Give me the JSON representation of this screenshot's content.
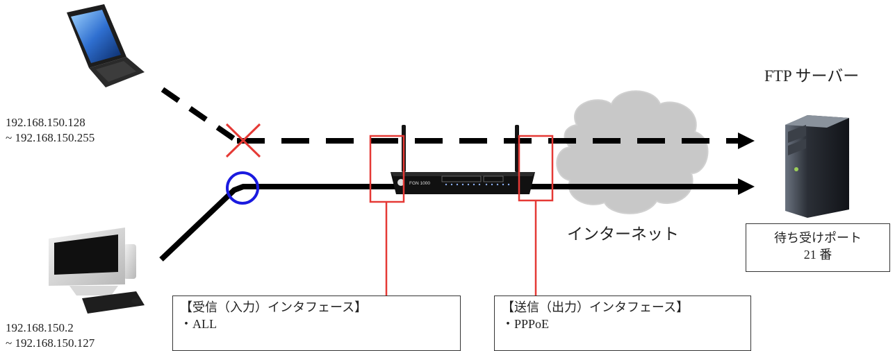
{
  "laptop_ip": {
    "line1": "192.168.150.128",
    "line2": "~ 192.168.150.255"
  },
  "desktop_ip": {
    "line1": "192.168.150.2",
    "line2": "~ 192.168.150.127"
  },
  "server": {
    "title": "FTP サーバー",
    "port_line1": "待ち受けポート",
    "port_line2": "21 番"
  },
  "internet_label": "インターネット",
  "router": {
    "brand": "FGN 1000"
  },
  "inbound": {
    "title": "【受信（入力）インタフェース】",
    "value": "・ALL"
  },
  "outbound": {
    "title": "【送信（出力）インタフェース】",
    "value": "・PPPoE"
  },
  "colors": {
    "line": "#000000",
    "highlight": "#e53935",
    "ok": "#1a1adf",
    "cloud": "#c8c8c8"
  }
}
